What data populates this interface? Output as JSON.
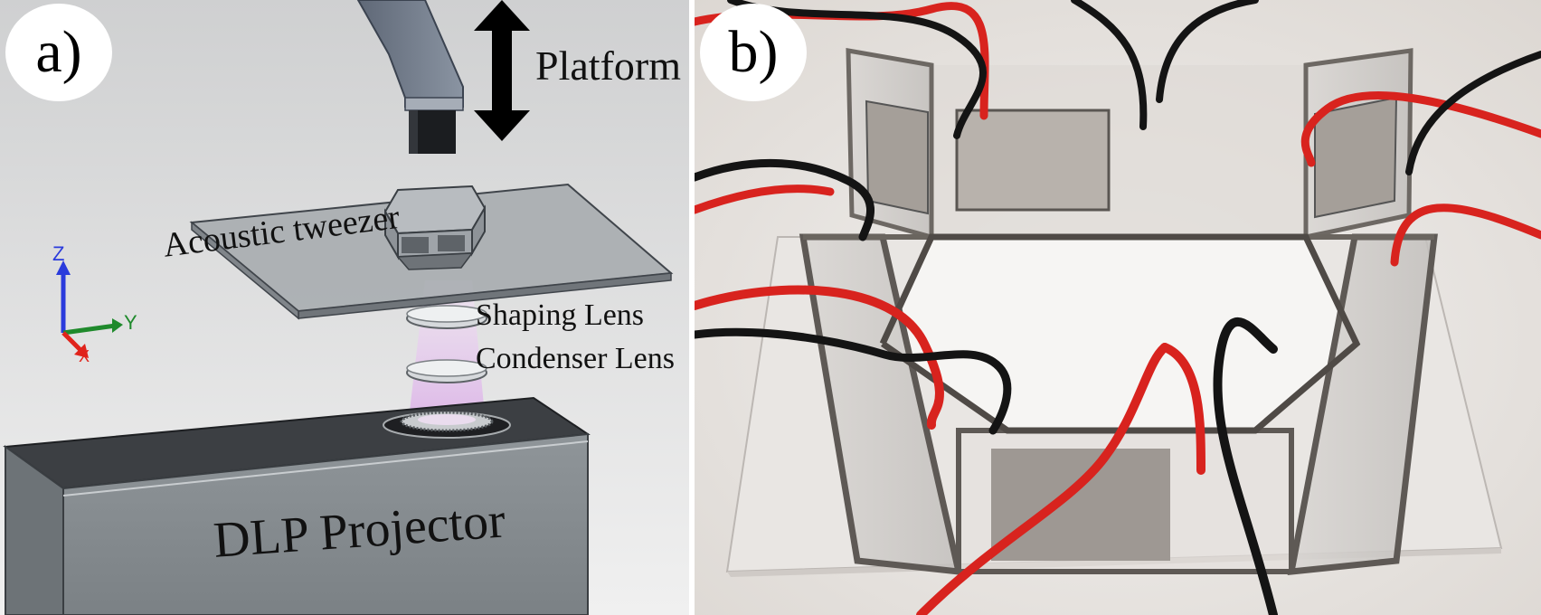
{
  "panels": [
    {
      "id": "a",
      "label": "a)",
      "annotations": {
        "platform": "Platform",
        "acoustic_tweezer": "Acoustic tweezer",
        "shaping_lens": "Shaping Lens",
        "condenser_lens": "Condenser Lens",
        "dlp_projector": "DLP Projector"
      },
      "axes": {
        "z": "Z",
        "y": "Y",
        "x": "X"
      }
    },
    {
      "id": "b",
      "label": "b)"
    }
  ],
  "colors": {
    "axis_z": "#2a3bdc",
    "axis_y": "#1f8a2c",
    "axis_x": "#e0231b",
    "wire_red": "#d8231e",
    "wire_black": "#141414",
    "light_beam": "#e7c2ee"
  },
  "icons": [
    "double-arrow-icon",
    "axis-triad-icon"
  ]
}
